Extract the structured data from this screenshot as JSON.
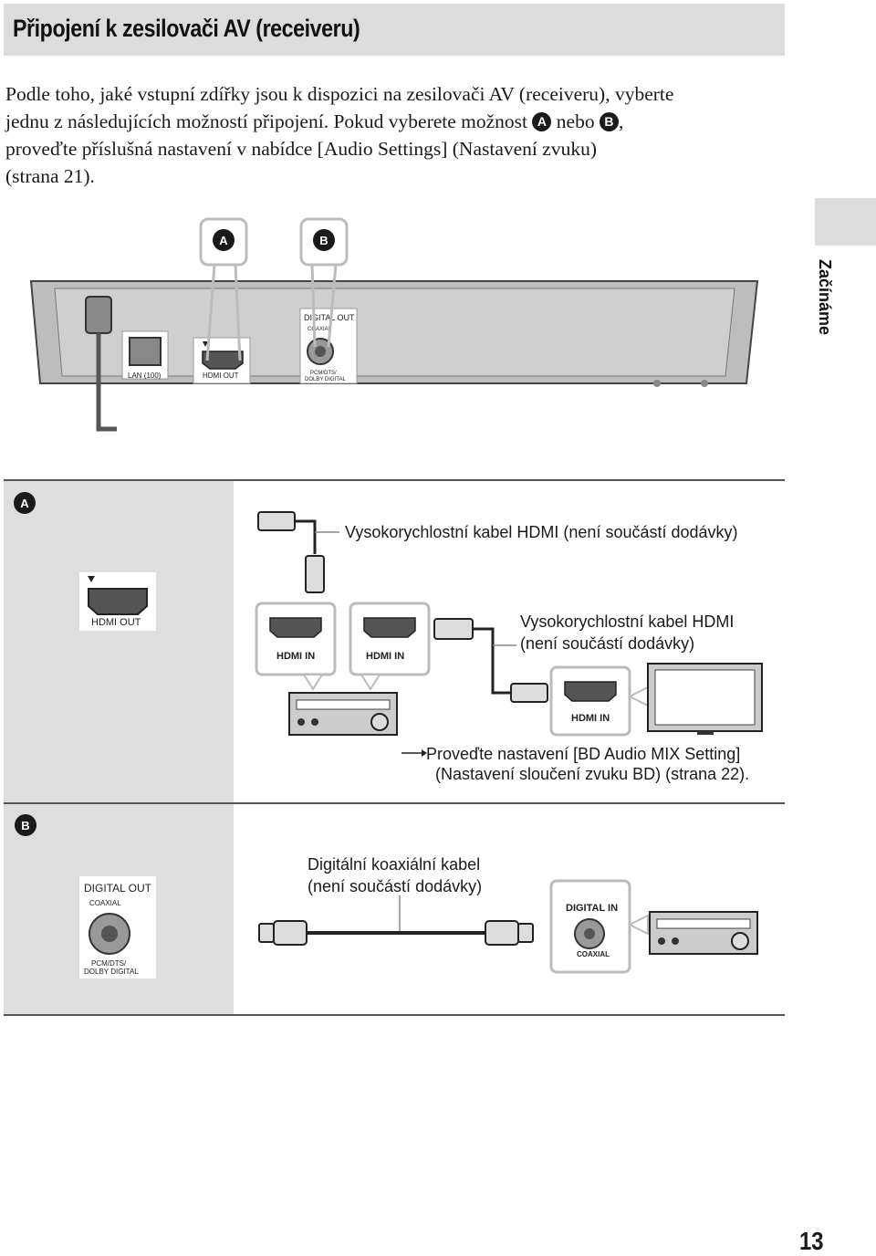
{
  "title": "Připojení k zesilovači AV (receiveru)",
  "intro": {
    "line1": "Podle toho, jaké vstupní zdířky jsou k dispozici na zesilovači AV (receiveru), vyberte",
    "line2_a": "jednu z následujících možností připojení. Pokud vyberete možnost ",
    "option_a": "A",
    "between": " nebo ",
    "option_b": "B",
    "comma": ",",
    "line3": "proveďte příslušná nastavení v nabídce [Audio Settings] (Nastavení zvuku)",
    "line4": "(strana 21)."
  },
  "side_tab": "Začínáme",
  "player": {
    "callout_a": "A",
    "callout_b": "B",
    "digital_out": "DIGITAL OUT",
    "coaxial": "COAXIAL",
    "lan": "LAN (100)",
    "hdmi_out": "HDMI OUT",
    "pcm_line1": "PCM/DTS/",
    "pcm_line2": "DOLBY DIGITAL"
  },
  "section_a": {
    "marker": "A",
    "hdmi_out_label": "HDMI OUT",
    "cable1": "Vysokorychlostní kabel HDMI (není součástí dodávky)",
    "hdmi_in_1": "HDMI IN",
    "hdmi_in_2": "HDMI IN",
    "cable2_line1": "Vysokorychlostní kabel HDMI",
    "cable2_line2": "(není součástí dodávky)",
    "tv_hdmi_in": "HDMI IN",
    "note_line1": "Proveďte nastavení [BD Audio MIX Setting]",
    "note_line2": "(Nastavení sloučení zvuku BD) (strana 22)."
  },
  "section_b": {
    "marker": "B",
    "digital_out": "DIGITAL OUT",
    "coaxial": "COAXIAL",
    "pcm_line1": "PCM/DTS/",
    "pcm_line2": "DOLBY DIGITAL",
    "cable_line1": "Digitální koaxiální kabel",
    "cable_line2": "(není součástí dodávky)",
    "digital_in": "DIGITAL IN",
    "coaxial_in": "COAXIAL"
  },
  "page_number": "13"
}
